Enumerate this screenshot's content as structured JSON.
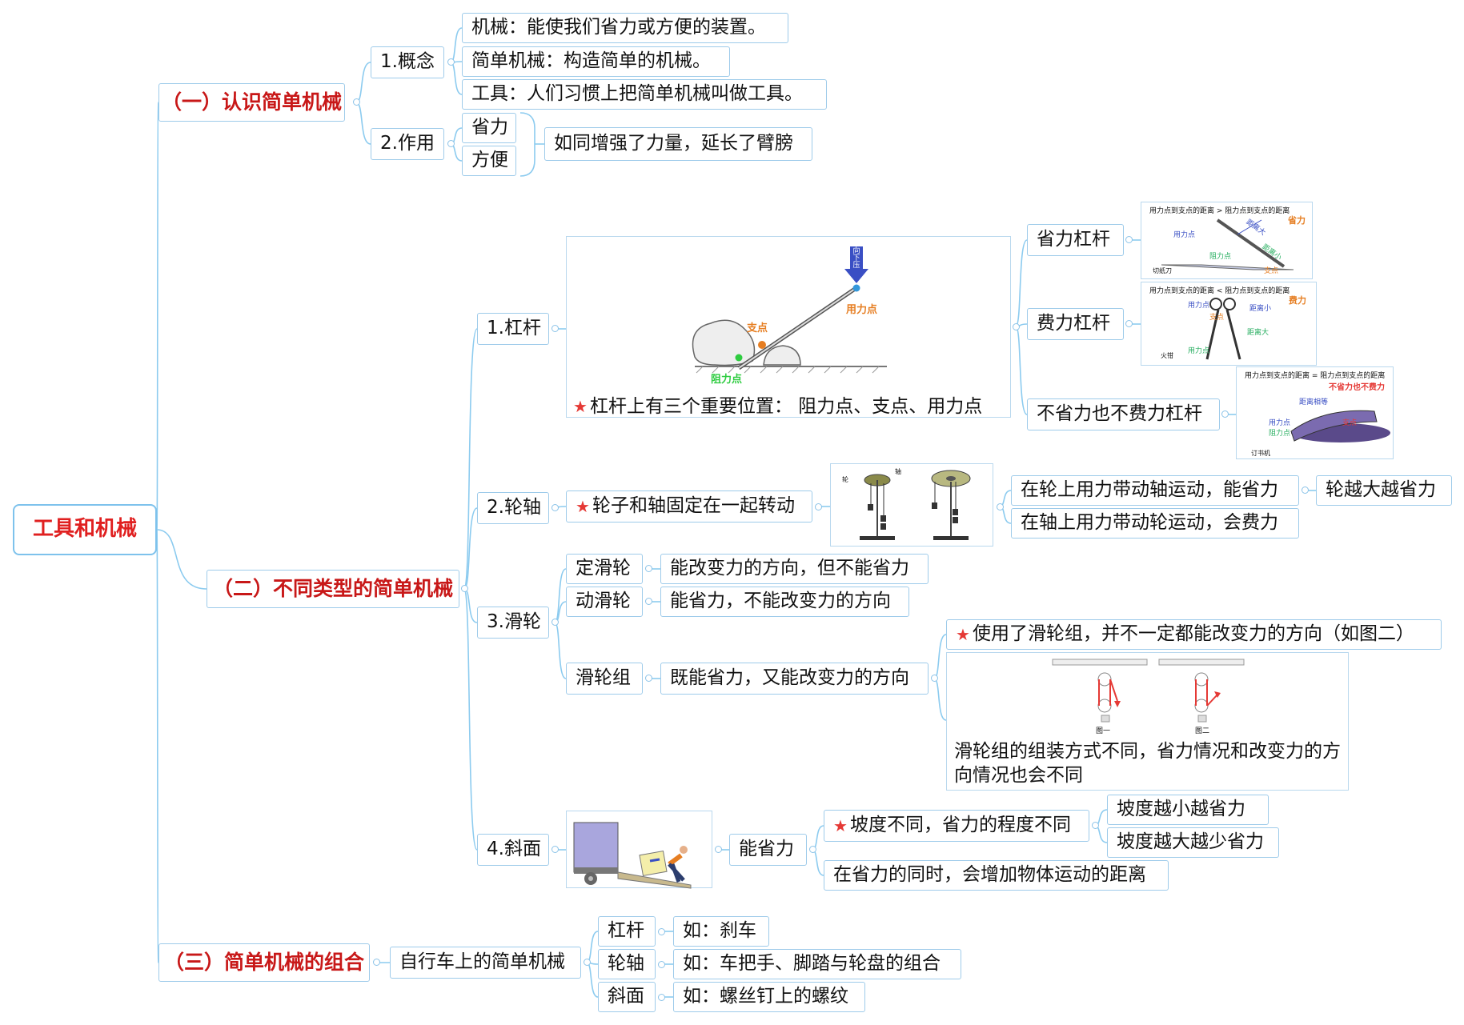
{
  "root": "工具和机械",
  "sections": {
    "s1": {
      "title": "（一）认识简单机械",
      "concept": {
        "label": "1.概念",
        "items": [
          "机械：能使我们省力或方便的装置。",
          "简单机械：构造简单的机械。",
          "工具：人们习惯上把简单机械叫做工具。"
        ]
      },
      "use": {
        "label": "2.作用",
        "items": [
          "省力",
          "方便"
        ],
        "summary": "如同增强了力量，延长了臂膀"
      }
    },
    "s2": {
      "title": "（二）不同类型的简单机械",
      "lever": {
        "label": "1.杠杆",
        "note": "杠杆上有三个重要位置： 阻力点、支点、用力点",
        "diagram_labels": [
          "向下压",
          "用力点",
          "支点",
          "阻力点"
        ],
        "types": [
          "省力杠杆",
          "费力杠杆",
          "不省力也不费力杠杆"
        ],
        "type_images": [
          {
            "caption": "用力点到支点的距离 > 阻力点到支点的距离",
            "tag": "省力",
            "labels": [
              "用力点",
              "距离大",
              "阻力点",
              "距离小",
              "支点",
              "切纸刀"
            ]
          },
          {
            "caption": "用力点到支点的距离 < 阻力点到支点的距离",
            "tag": "费力",
            "labels": [
              "用力点",
              "支点",
              "距离小",
              "距离大",
              "用力点",
              "火钳"
            ]
          },
          {
            "caption": "用力点到支点的距离 = 阻力点到支点的距离",
            "tag": "不省力也不费力",
            "labels": [
              "距离相等",
              "用力点",
              "阻力点",
              "支点",
              "订书机"
            ]
          }
        ]
      },
      "wheel_axle": {
        "label": "2.轮轴",
        "note": "轮子和轴固定在一起转动",
        "diagram_labels": [
          "轮",
          "轴"
        ],
        "cases": [
          "在轮上用力带动轴运动，能省力",
          "在轴上用力带动轮运动，会费力"
        ],
        "extra": "轮越大越省力"
      },
      "pulley": {
        "label": "3.滑轮",
        "fixed": {
          "label": "定滑轮",
          "desc": "能改变力的方向，但不能省力"
        },
        "movable": {
          "label": "动滑轮",
          "desc": "能省力，不能改变力的方向"
        },
        "block": {
          "label": "滑轮组",
          "desc": "既能省力，又能改变力的方向",
          "note": "使用了滑轮组，并不一定都能改变力的方向（如图二）",
          "image_labels": [
            "图一",
            "图二"
          ],
          "caption": "滑轮组的组装方式不同，省力情况和改变力的方向情况也会不同"
        }
      },
      "slope": {
        "label": "4.斜面",
        "effect": "能省力",
        "note": "坡度不同，省力的程度不同",
        "sub": [
          "坡度越小越省力",
          "坡度越大越少省力"
        ],
        "note2": "在省力的同时，会增加物体运动的距离"
      }
    },
    "s3": {
      "title": "（三）简单机械的组合",
      "example": "自行车上的简单机械",
      "items": [
        {
          "type": "杠杆",
          "example": "如：刹车"
        },
        {
          "type": "轮轴",
          "example": "如：车把手、脚踏与轮盘的组合"
        },
        {
          "type": "斜面",
          "example": "如：螺丝钉上的螺纹"
        }
      ]
    }
  },
  "colors": {
    "link": "#8ccbef",
    "node_border": "#9ecbea",
    "root_text": "#e02020",
    "level1_text": "#c81818",
    "star": "#e53935"
  }
}
